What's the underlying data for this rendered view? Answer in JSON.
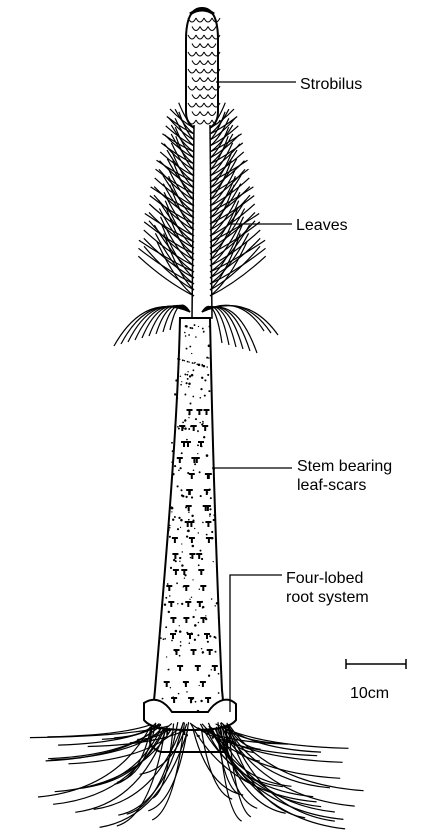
{
  "labels": {
    "strobilus": "Strobilus",
    "leaves": "Leaves",
    "stem_line1": "Stem bearing",
    "stem_line2": "leaf-scars",
    "root_line1": "Four-lobed",
    "root_line2": "root system",
    "scale": "10cm"
  },
  "colors": {
    "ink": "#000000",
    "paper": "#ffffff"
  }
}
